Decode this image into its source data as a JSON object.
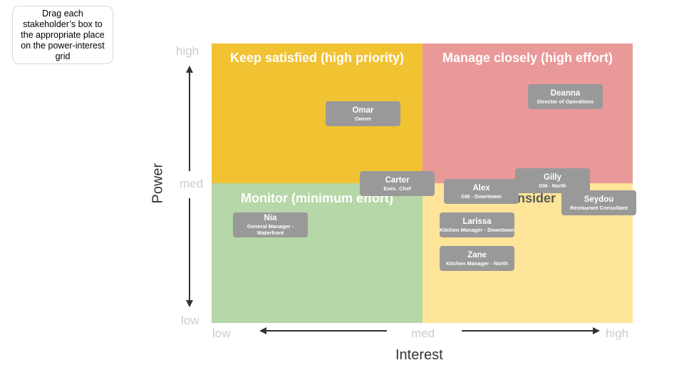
{
  "instructions": "Drag each stakeholder’s box to the appropriate place on the power-interest grid",
  "quadrants": {
    "keep_satisfied": "Keep satisfied (high priority)",
    "manage_closely": "Manage closely (high effort)",
    "monitor": "Monitor (minimum effort)",
    "show_consideration": "Show consider"
  },
  "axes": {
    "power": {
      "title": "Power",
      "high": "high",
      "med": "med",
      "low": "low"
    },
    "interest": {
      "title": "Interest",
      "low": "low",
      "med": "med",
      "high": "high"
    }
  },
  "stakeholders": [
    {
      "name": "Omar",
      "role": "Owner",
      "interest": 0.36,
      "power": 0.75
    },
    {
      "name": "Deanna",
      "role": "Director of Operations",
      "interest": 0.84,
      "power": 0.81
    },
    {
      "name": "Carter",
      "role": "Exec. Chef",
      "interest": 0.44,
      "power": 0.5
    },
    {
      "name": "Alex",
      "role": "GM - Downtown",
      "interest": 0.64,
      "power": 0.47
    },
    {
      "name": "Gilly",
      "role": "GM - North",
      "interest": 0.81,
      "power": 0.51
    },
    {
      "name": "Seydou",
      "role": "Restaurant Consultant",
      "interest": 0.92,
      "power": 0.43
    },
    {
      "name": "Nia",
      "role": "General Manager - Waterfront",
      "interest": 0.14,
      "power": 0.35
    },
    {
      "name": "Larissa",
      "role": "Kitchen Manager - Downtown",
      "interest": 0.63,
      "power": 0.35
    },
    {
      "name": "Zane",
      "role": "Kitchen Manager - North",
      "interest": 0.63,
      "power": 0.23
    }
  ],
  "colors": {
    "keep_satisfied": "#f1c232",
    "manage_closely": "#ea9999",
    "monitor": "#b6d7a8",
    "show_consideration": "#ffe599",
    "card": "#999999"
  }
}
